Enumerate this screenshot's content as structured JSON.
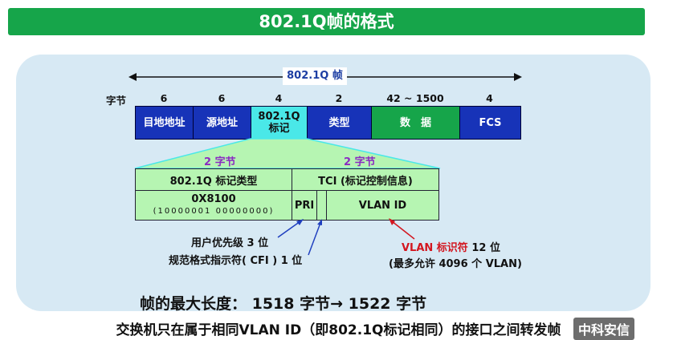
{
  "title": "802.1Q帧的格式",
  "frame_label": "802.1Q 帧",
  "bytes_label": "字节",
  "byte_counts": [
    "6",
    "6",
    "4",
    "2",
    "42 ~ 1500",
    "4"
  ],
  "fields": [
    "目地地址",
    "源地址",
    "802.1Q\n标记",
    "类型",
    "数　据",
    "FCS"
  ],
  "detail": {
    "left_bytes": "2 字节",
    "right_bytes": "2 字节",
    "tag_type_header": "802.1Q 标记类型",
    "tci_header": "TCI (标记控制信息)",
    "tag_value": "0X8100",
    "tag_binary": "(10000001 00000000)",
    "pri": "PRI",
    "vlan_id": "VLAN ID"
  },
  "notes": {
    "pri_note": "用户优先级 3 位",
    "cfi_note": "规范格式指示符( CFI ) 1 位",
    "vlan_note_red": "VLAN 标识符",
    "vlan_note_bits": " 12 位",
    "vlan_note_max": "(最多允许 4096 个 VLAN)"
  },
  "max_length": "帧的最大长度：  1518 字节→ 1522 字节",
  "bottom_text": "交换机只在属于相同VLAN ID（即802.1Q标记相同）的接口之间转发帧",
  "watermark": "中科安信",
  "colors": {
    "green": "#16a54a",
    "blue": "#1733b8",
    "cyan": "#4ae8e8",
    "light_green": "#b6f5b2",
    "purple": "#8a2bc2",
    "red": "#d3161f"
  }
}
